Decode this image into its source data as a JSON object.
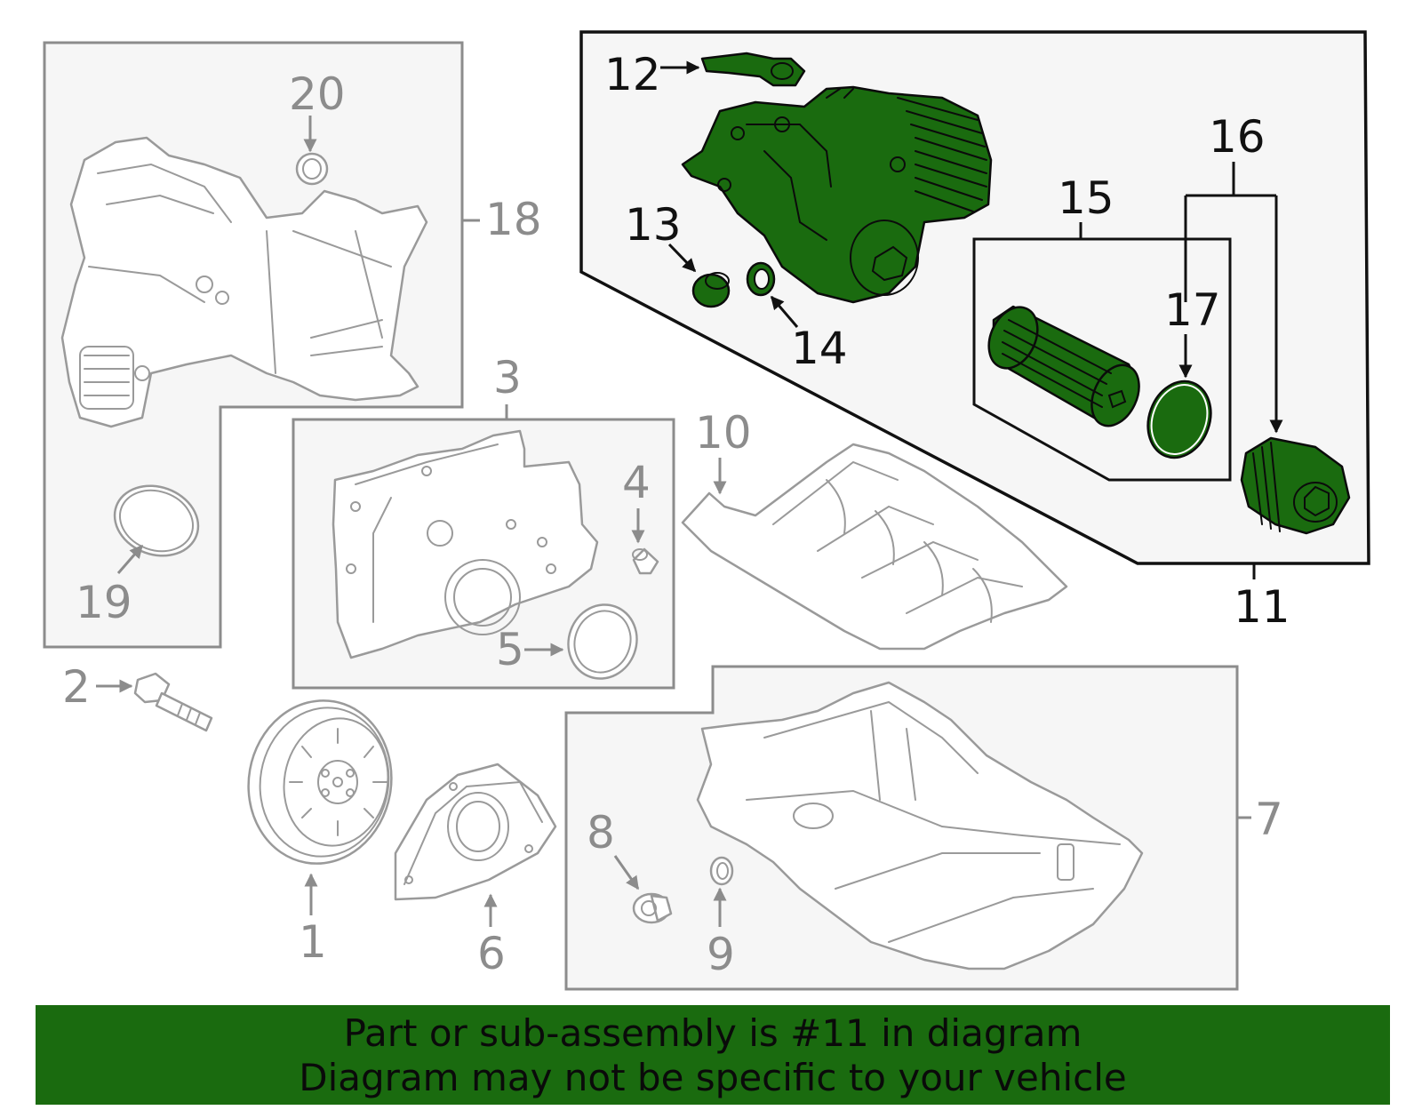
{
  "callouts": {
    "n1": "1",
    "n2": "2",
    "n3": "3",
    "n4": "4",
    "n5": "5",
    "n6": "6",
    "n7": "7",
    "n8": "8",
    "n9": "9",
    "n10": "10",
    "n11": "11",
    "n12": "12",
    "n13": "13",
    "n14": "14",
    "n15": "15",
    "n16": "16",
    "n17": "17",
    "n18": "18",
    "n19": "19",
    "n20": "20"
  },
  "highlight_part": "11",
  "colors": {
    "highlight": "#1a6b0f",
    "faded_parts": "#9a9a9a",
    "banner": "#1a6b0f"
  },
  "banner": {
    "line1": "Part or sub-assembly is #11 in diagram",
    "line2": "Diagram may not be specific to your vehicle"
  }
}
